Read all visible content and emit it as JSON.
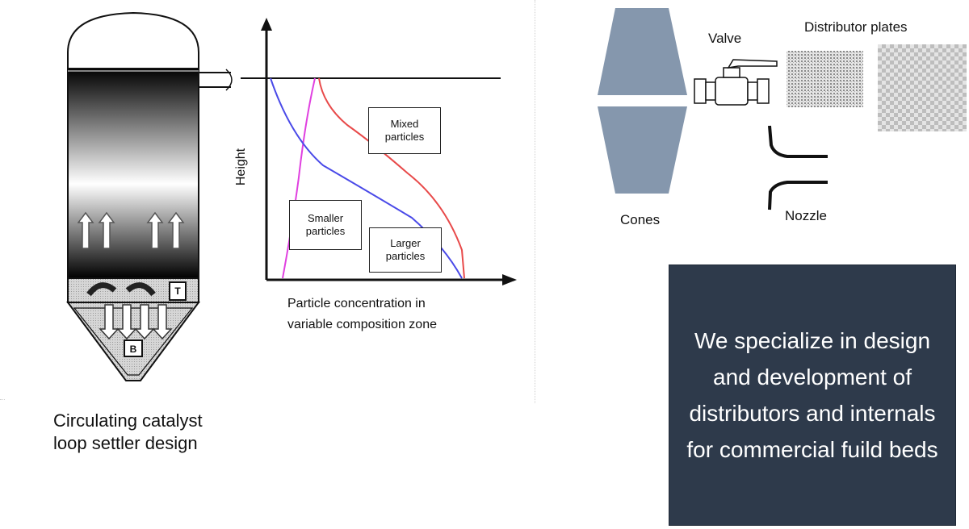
{
  "settler": {
    "caption_line1": "Circulating catalyst",
    "caption_line2": "loop settler design",
    "bottom_mark": "B",
    "side_mark": "T"
  },
  "chart": {
    "ylabel": "Height",
    "xlabel_line1": "Particle concentration in",
    "xlabel_line2": "variable composition zone",
    "box_mixed": "Mixed particles",
    "box_smaller": "Smaller particles",
    "box_larger": "Larger particles",
    "colors": {
      "mixed": "#e84a4a",
      "smaller": "#e040e0",
      "larger": "#4a4ae8"
    }
  },
  "components": {
    "cones_label": "Cones",
    "valve_label": "Valve",
    "distributor_label": "Distributor plates",
    "nozzle_label": "Nozzle",
    "cone_color": "#8597ad"
  },
  "panel": {
    "text": "We specialize in design and development of distributors and internals for commercial fuild beds",
    "bg_color": "#2e3a4b"
  }
}
